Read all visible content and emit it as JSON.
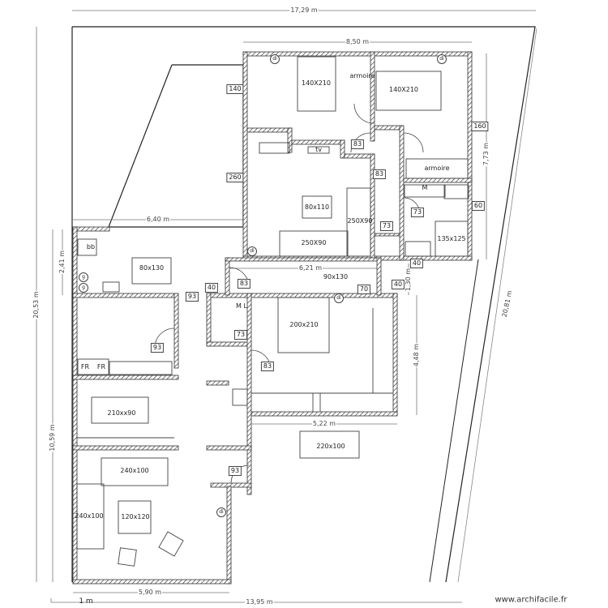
{
  "plan": {
    "dimensions": {
      "overall_width": "17,29 m",
      "upper_block_width": "8,50 m",
      "terrace_width": "6,40 m",
      "hallway_width": "6,21 m",
      "master_width": "5,22 m",
      "living_width": "5,90 m",
      "bottom_width": "13,95 m",
      "scale": "1 m",
      "left_total": "20,53 m",
      "left_upper": "2,41 m",
      "left_lower": "10,59 m",
      "right_upper": "7,73 m",
      "right_mid": "1,30 m",
      "master_height": "4,48 m",
      "diagonal": "20,81 m"
    },
    "furniture": {
      "bed1": "140X210",
      "bed2": "140X210",
      "armoire1": "armoire",
      "armoire2": "armoire",
      "tv": "tv",
      "table_small": "80x110",
      "sofa_right": "250X90",
      "sofa_bottom": "250X90",
      "bath_tub": "135x125",
      "machine": "M",
      "kitchen_table": "80x130",
      "bb": "bb",
      "fridge1": "FR",
      "fridge2": "FR",
      "dining_table": "210xx90",
      "desk": "90x130",
      "master_bed": "200x210",
      "washer": "M L",
      "big_table": "220x100",
      "sofa_top": "240x100",
      "sofa_left": "240x100",
      "coffee_table": "120x120"
    },
    "openings": {
      "w140": "140",
      "w260": "260",
      "w160": "160",
      "w60": "60",
      "d83a": "83",
      "d83b": "83",
      "d73a": "73",
      "d73b": "73",
      "d40a": "40",
      "d40b": "40",
      "d40c": "40",
      "d83c": "83",
      "d70": "70",
      "d93a": "93",
      "d93b": "93",
      "d73c": "73",
      "d83d": "83",
      "d93c": "93"
    },
    "markers": {
      "di": "di",
      "gas": "g"
    },
    "watermark": "www.archifacile.fr"
  }
}
